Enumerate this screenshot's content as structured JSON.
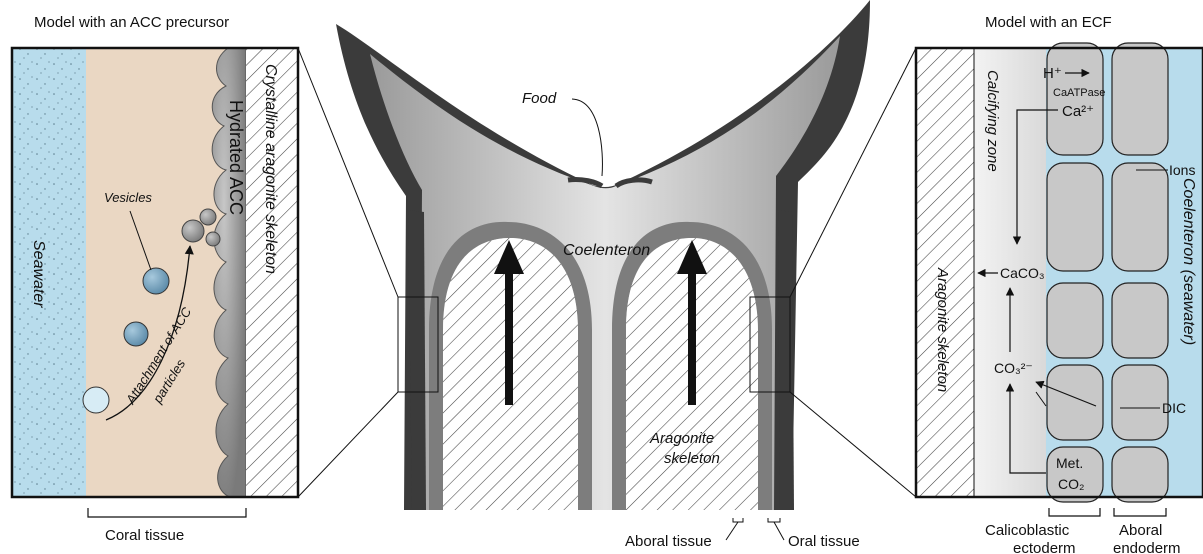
{
  "colors": {
    "seawater": "#b8dcec",
    "tissue": "#ead7c3",
    "dark_tissue": "#3b3b3b",
    "mid_tissue": "#7d7d7d",
    "coelenteron": "#cfcfcf",
    "cell": "#c8c8c8",
    "ecf": "#f0f0f0",
    "vesicle": "#6f9fbd",
    "acc": "#8a8a8a"
  },
  "left_panel": {
    "title": "Model with an ACC precursor",
    "seawater": "Seawater",
    "vesicles": "Vesicles",
    "attachment_line1": "Attachment of ACC",
    "attachment_line2": "particles",
    "hydrated_acc": "Hydrated ACC",
    "crystalline_skeleton": "Crystalline aragonite skeleton",
    "coral_tissue": "Coral tissue"
  },
  "center": {
    "food": "Food",
    "coelenteron": "Coelenteron",
    "aragonite_line1": "Aragonite",
    "aragonite_line2": "skeleton",
    "aboral_tissue": "Aboral tissue",
    "oral_tissue": "Oral tissue"
  },
  "right_panel": {
    "title": "Model with an ECF",
    "h_ion": "H⁺",
    "caatpase": "CaATPase",
    "ca_ion": "Ca²⁺",
    "calcifying_zone": "Calcifying zone",
    "ions": "Ions",
    "coelenteron_seawater": "Coelenteron (seawater)",
    "caco3": "CaCO₃",
    "aragonite_skeleton": "Aragonite skeleton",
    "co3": "CO₃²⁻",
    "dic": "DIC",
    "met": "Met.",
    "co2": "CO₂",
    "calicoblastic_line1": "Calicoblastic",
    "calicoblastic_line2": "ectoderm",
    "aboral_line1": "Aboral",
    "aboral_line2": "endoderm"
  }
}
